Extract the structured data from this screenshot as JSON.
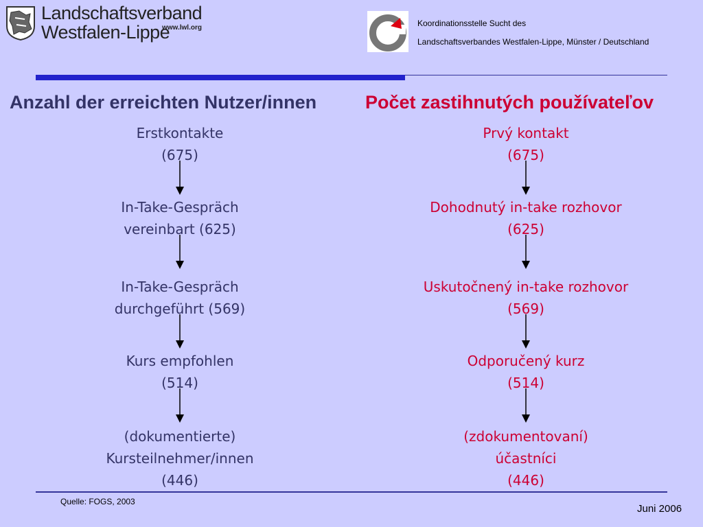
{
  "header": {
    "org_line1": "Landschaftsverband",
    "org_line2": "Westfalen-Lippe",
    "org_url": "www.lwl.org",
    "ks_line1": "Koordinationsstelle Sucht des",
    "ks_line2": "Landschaftsverbandes Westfalen-Lippe, Münster / Deutschland"
  },
  "titles": {
    "german": "Anzahl der erreichten Nutzer/innen",
    "slovak": "Počet zastihnutých používateľov"
  },
  "flow_de": [
    {
      "lines": [
        "Erstkontakte",
        "(675)"
      ]
    },
    {
      "lines": [
        "In-Take-Gespräch",
        "vereinbart (625)"
      ]
    },
    {
      "lines": [
        "In-Take-Gespräch",
        "durchgeführt (569)"
      ]
    },
    {
      "lines": [
        "Kurs empfohlen",
        "(514)"
      ]
    },
    {
      "lines": [
        "(dokumentierte)",
        "Kursteilnehmer/innen",
        "(446)"
      ]
    }
  ],
  "flow_sk": [
    {
      "lines": [
        "Prvý kontakt",
        "(675)"
      ]
    },
    {
      "lines": [
        "Dohodnutý in-take rozhovor",
        "(625)"
      ]
    },
    {
      "lines": [
        "Uskutočnený in-take rozhovor",
        "(569)"
      ]
    },
    {
      "lines": [
        "Odporučený kurz",
        "(514)"
      ]
    },
    {
      "lines": [
        "(zdokumentovaní)",
        "účastníci",
        "(446)"
      ]
    }
  ],
  "footer": {
    "source": "Quelle: FOGS, 2003",
    "date": "Juni 2006"
  }
}
